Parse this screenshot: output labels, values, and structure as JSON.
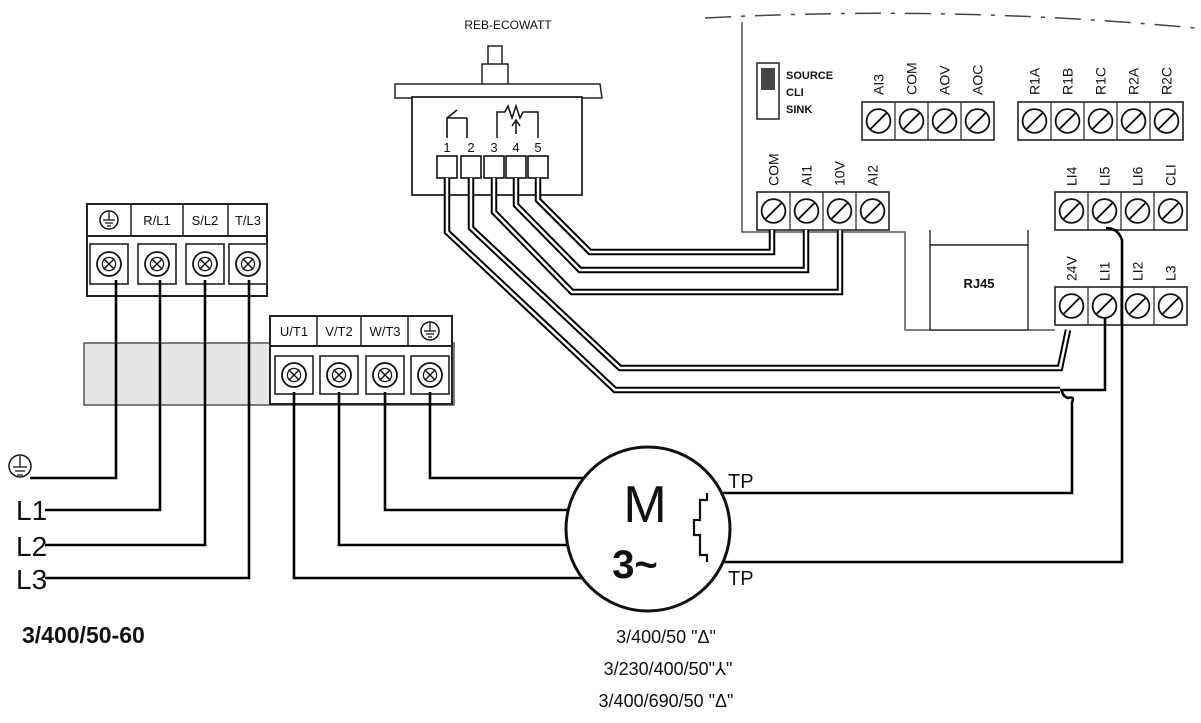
{
  "potentiometer": {
    "title": "REB-ECOWATT",
    "pins": [
      "1",
      "2",
      "3",
      "4",
      "5"
    ]
  },
  "mains_block": {
    "labels": [
      "R/L1",
      "S/L2",
      "T/L3"
    ]
  },
  "motor_block": {
    "labels": [
      "U/T1",
      "V/T2",
      "W/T3"
    ]
  },
  "switch": {
    "labels": [
      "SOURCE",
      "CLI",
      "SINK"
    ]
  },
  "control_top_left": [
    "AI3",
    "COM",
    "AOV",
    "AOC"
  ],
  "relay_block": [
    "R1A",
    "R1B",
    "R1C",
    "R2A",
    "R2C"
  ],
  "analog_block": [
    "COM",
    "AI1",
    "10V",
    "AI2"
  ],
  "logic_upper": [
    "LI4",
    "LI5",
    "LI6",
    "CLI"
  ],
  "logic_lower": [
    "24V",
    "LI1",
    "LI2",
    "L3"
  ],
  "rj45": "RJ45",
  "supply_lines": [
    "L1",
    "L2",
    "L3"
  ],
  "supply_rating": "3/400/50-60",
  "motor": {
    "letter": "M",
    "phase": "3~",
    "tp_top": "TP",
    "tp_bottom": "TP"
  },
  "motor_ratings": [
    "3/400/50 \"Δ\"",
    "3/230/400/50\"⅄\"",
    "3/400/690/50 \"Δ\""
  ],
  "icons": {
    "ground": "ground-icon",
    "screw": "screw-terminal-icon",
    "thermistor": "thermistor-icon",
    "rheostat": "potentiometer-icon"
  }
}
